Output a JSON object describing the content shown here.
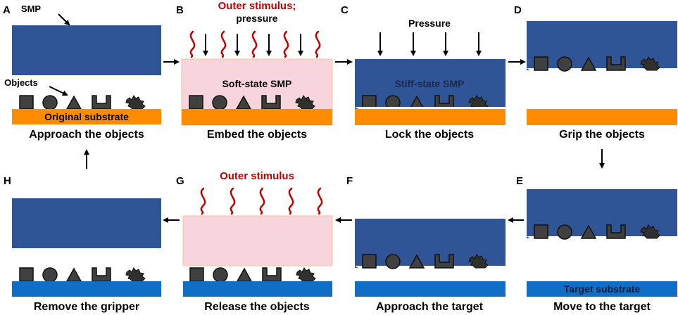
{
  "colors": {
    "smp_stiff": "#2f5597",
    "smp_soft": "#f8d5dc",
    "soft_border": "#f3c79c",
    "original_substrate": "#ff8c00",
    "target_substrate": "#0f6fc6",
    "object_fill": "#404040",
    "object_stroke": "#111111",
    "stimulus": "#c00000",
    "arrow": "#000000",
    "text": "#000000"
  },
  "panels": [
    {
      "id": "A",
      "letter": "A",
      "caption": "Approach the objects",
      "annotations": {
        "smp": "SMP",
        "objects": "Objects"
      },
      "substrate_label": "Original substrate"
    },
    {
      "id": "B",
      "letter": "B",
      "caption": "Embed the objects",
      "stimulus_label_1": "Outer stimulus;",
      "stimulus_label_2": "pressure",
      "inner_label": "Soft-state SMP"
    },
    {
      "id": "C",
      "letter": "C",
      "caption": "Lock the objects",
      "stimulus_label": "Pressure",
      "inner_label": "Stiff-state SMP"
    },
    {
      "id": "D",
      "letter": "D",
      "caption": "Grip the objects"
    },
    {
      "id": "E",
      "letter": "E",
      "caption": "Move to the target",
      "substrate_label": "Target substrate"
    },
    {
      "id": "F",
      "letter": "F",
      "caption": "Approach the target"
    },
    {
      "id": "G",
      "letter": "G",
      "caption": "Release the objects",
      "stimulus_label": "Outer stimulus"
    },
    {
      "id": "H",
      "letter": "H",
      "caption": "Remove the gripper"
    }
  ],
  "objects": [
    "square",
    "circle",
    "triangle",
    "u-channel",
    "irregular"
  ]
}
